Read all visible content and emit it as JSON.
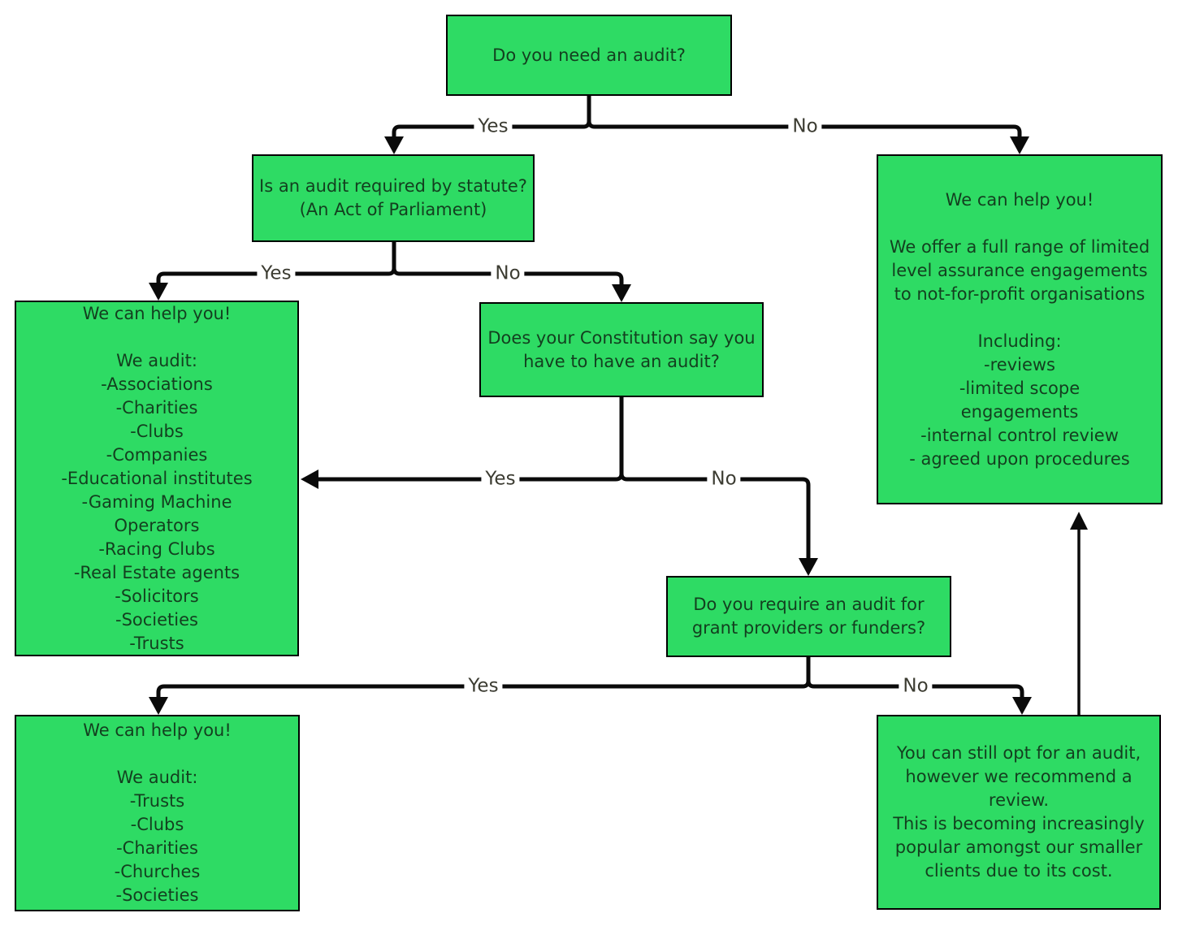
{
  "diagram": {
    "type": "flowchart",
    "topic": "Do you need an audit?"
  },
  "colors": {
    "node_fill": "#2EDB64",
    "node_border": "#000000",
    "node_text": "#133f1f",
    "connector": "#0a0a0a",
    "edge_label_text": "#3c3c32",
    "background": "#ffffff"
  },
  "nodes": {
    "q_need_audit": {
      "text": "Do you need an audit?"
    },
    "q_statute": {
      "text": "Is an audit required by statute? (An Act of Parliament)"
    },
    "result_statute_audit": {
      "text": "We can help you!\n\nWe audit:\n-Associations\n-Charities\n-Clubs\n-Companies\n-Educational institutes\n-Gaming Machine\nOperators\n-Racing Clubs\n-Real Estate agents\n-Solicitors\n-Societies\n-Trusts"
    },
    "q_constitution": {
      "text": "Does your Constitution say you have to have an audit?"
    },
    "result_assurance": {
      "text": "We can help you!\n\nWe offer a full range of limited level assurance engagements to not-for-profit organisations\n\nIncluding:\n-reviews\n-limited scope\nengagements\n-internal control review\n- agreed upon procedures"
    },
    "q_grant": {
      "text": "Do you require an audit for grant providers or funders?"
    },
    "result_grant_audit": {
      "text": "We can help you!\n\nWe audit:\n-Trusts\n-Clubs\n-Charities\n-Churches\n-Societies"
    },
    "result_review": {
      "text": "You can still opt for an audit, however we recommend a review.\nThis is becoming increasingly popular amongst our smaller clients due to its cost."
    }
  },
  "edges": [
    {
      "from": "q_need_audit",
      "to": "q_statute",
      "label": "Yes"
    },
    {
      "from": "q_need_audit",
      "to": "result_assurance",
      "label": "No"
    },
    {
      "from": "q_statute",
      "to": "result_statute_audit",
      "label": "Yes"
    },
    {
      "from": "q_statute",
      "to": "q_constitution",
      "label": "No"
    },
    {
      "from": "q_constitution",
      "to": "result_statute_audit",
      "label": "Yes"
    },
    {
      "from": "q_constitution",
      "to": "q_grant",
      "label": "No"
    },
    {
      "from": "q_grant",
      "to": "result_grant_audit",
      "label": "Yes"
    },
    {
      "from": "q_grant",
      "to": "result_review",
      "label": "No"
    },
    {
      "from": "result_review",
      "to": "result_assurance",
      "label": ""
    }
  ]
}
